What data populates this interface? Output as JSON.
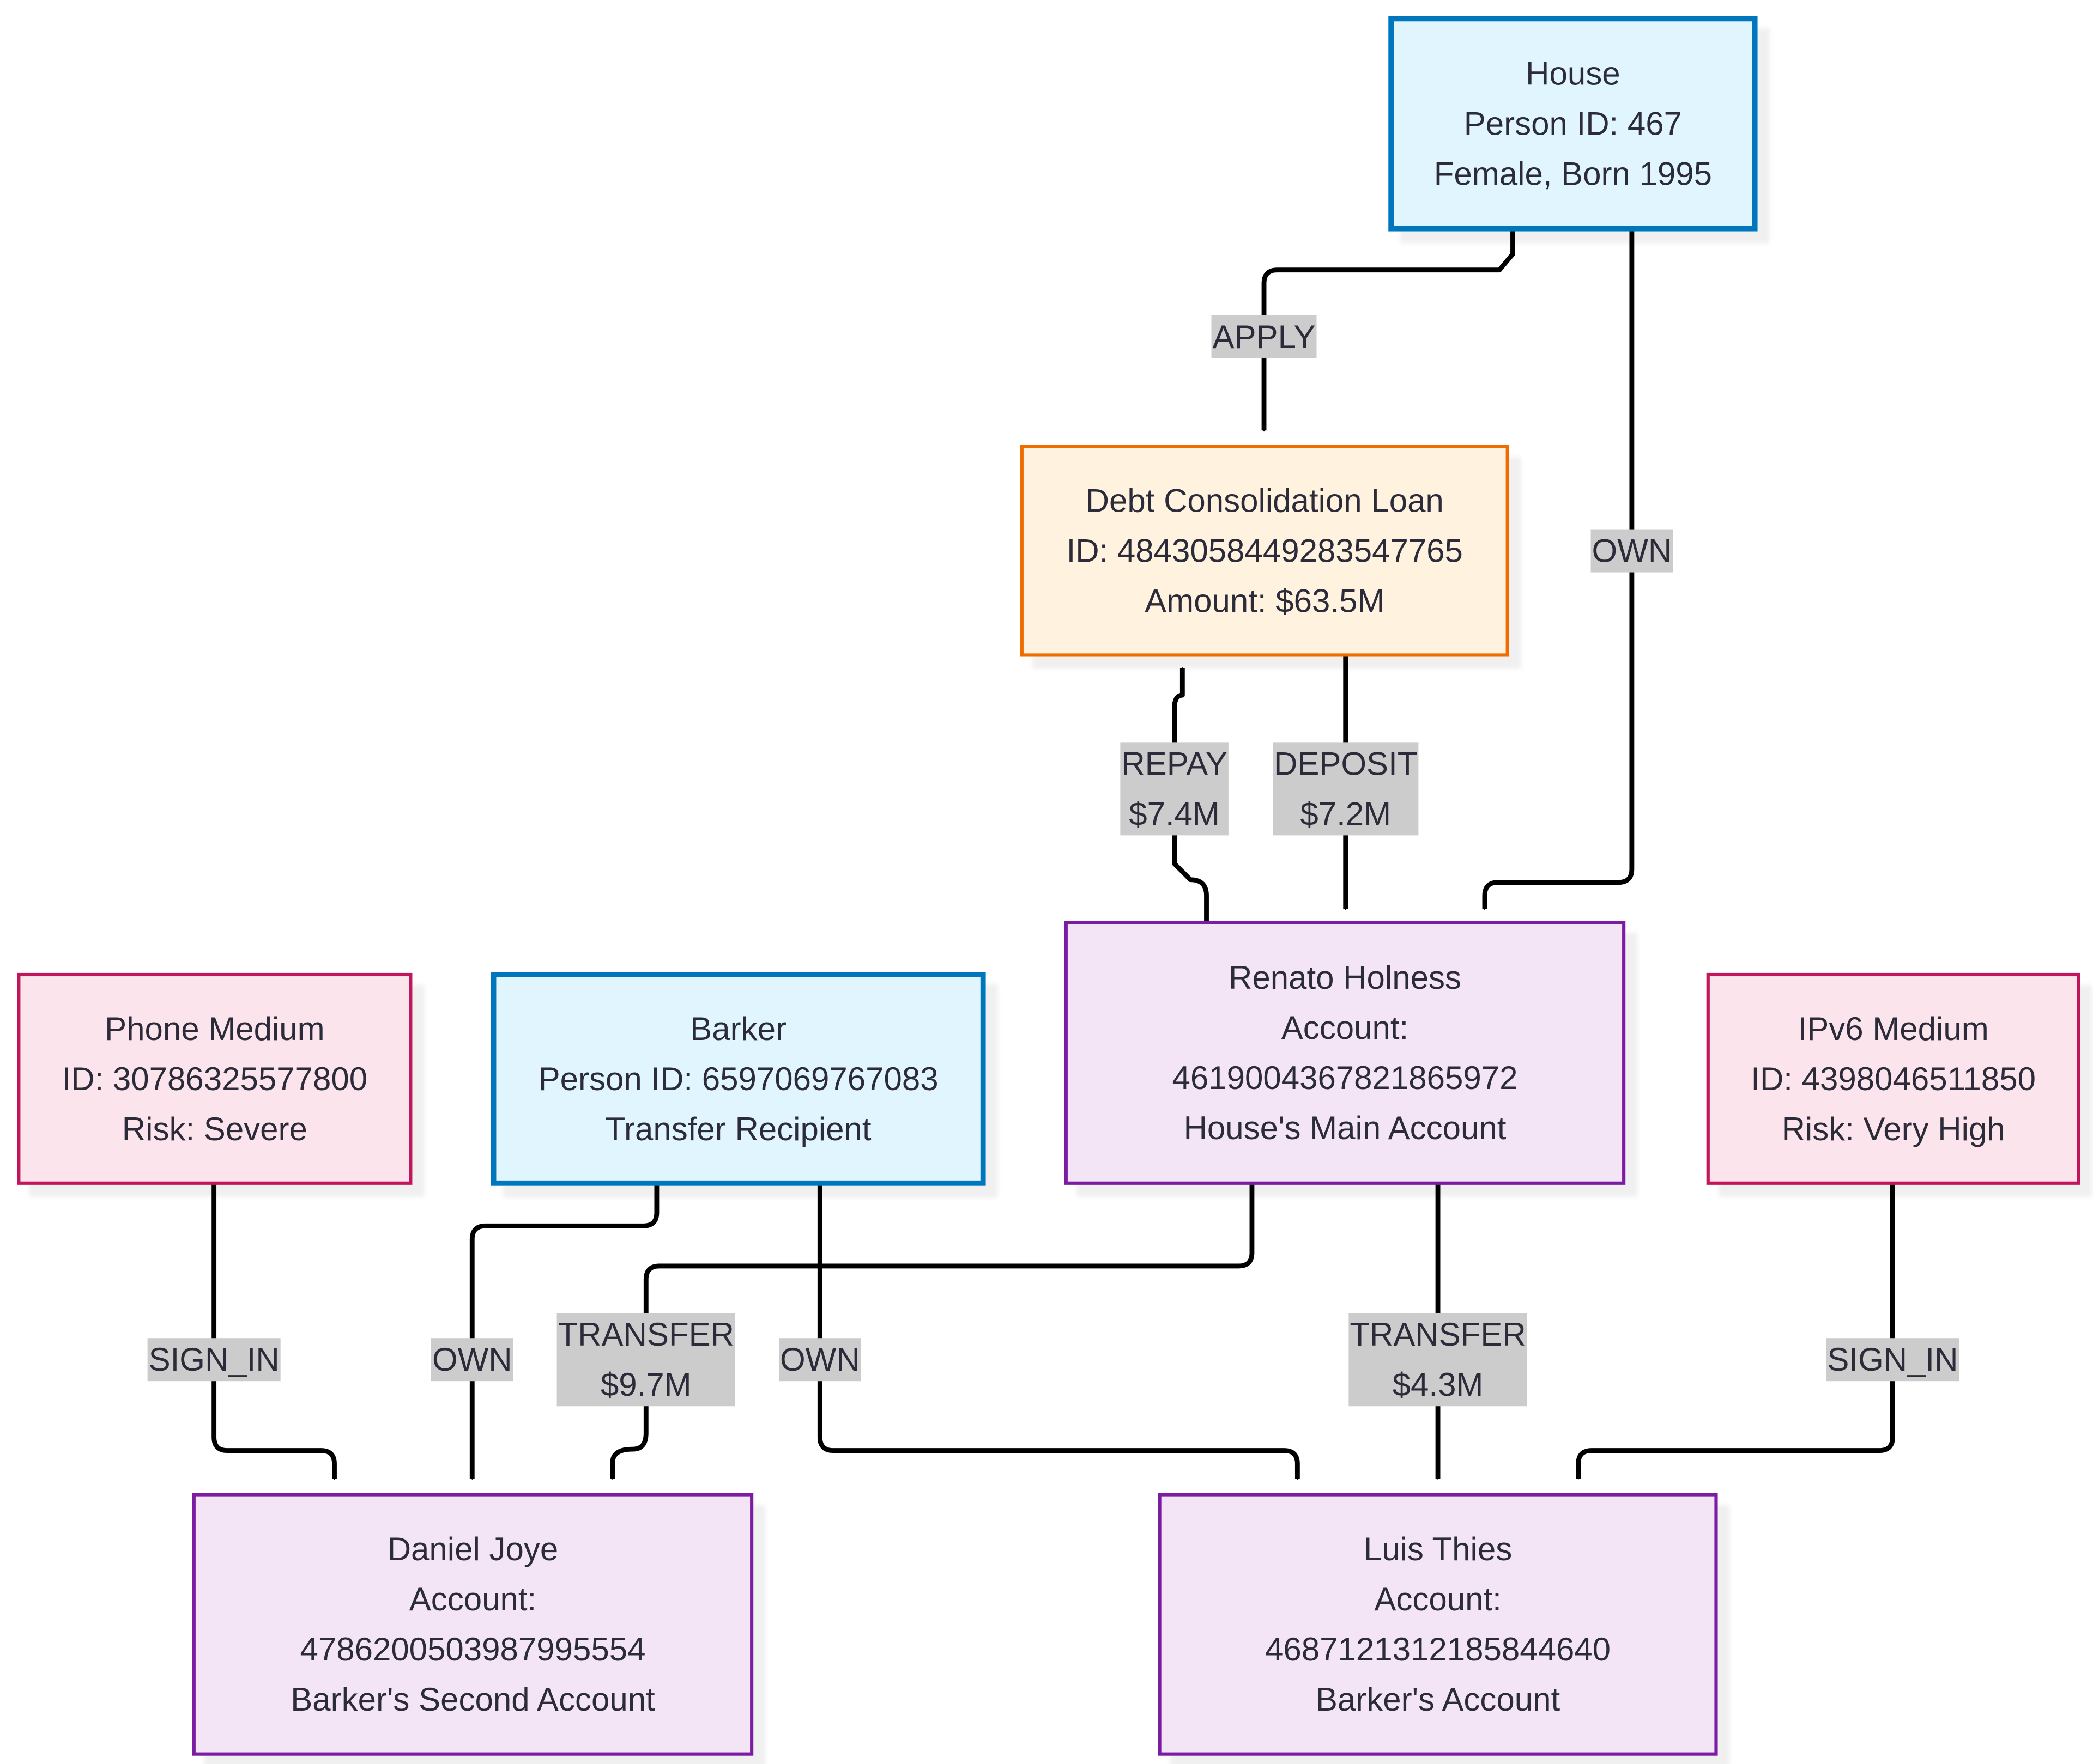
{
  "nodes": {
    "house": {
      "type": "person",
      "lines": [
        "House",
        "Person ID: 467",
        "Female, Born 1995"
      ]
    },
    "loan": {
      "type": "loan",
      "lines": [
        "Debt Consolidation Loan",
        "ID: 4843058449283547765",
        "Amount: $63.5M"
      ]
    },
    "renato": {
      "type": "account",
      "lines": [
        "Renato Holness",
        "Account:",
        "4619004367821865972",
        "House's Main Account"
      ]
    },
    "phone": {
      "type": "medium",
      "lines": [
        "Phone Medium",
        "ID: 30786325577800",
        "Risk: Severe"
      ]
    },
    "barker": {
      "type": "person",
      "lines": [
        "Barker",
        "Person ID: 6597069767083",
        "Transfer Recipient"
      ]
    },
    "ipv6": {
      "type": "medium",
      "lines": [
        "IPv6 Medium",
        "ID: 4398046511850",
        "Risk: Very High"
      ]
    },
    "daniel": {
      "type": "account",
      "lines": [
        "Daniel Joye",
        "Account:",
        "4786200503987995554",
        "Barker's Second Account"
      ]
    },
    "luis": {
      "type": "account",
      "lines": [
        "Luis Thies",
        "Account:",
        "4687121312185844640",
        "Barker's Account"
      ]
    }
  },
  "edges": {
    "house_apply_loan": {
      "from": "house",
      "to": "loan",
      "lines": [
        "APPLY"
      ]
    },
    "house_own_renato": {
      "from": "house",
      "to": "renato",
      "lines": [
        "OWN"
      ]
    },
    "renato_repay_loan": {
      "from": "renato",
      "to": "loan",
      "lines": [
        "REPAY",
        "$7.4M"
      ]
    },
    "loan_deposit_renato": {
      "from": "loan",
      "to": "renato",
      "lines": [
        "DEPOSIT",
        "$7.2M"
      ]
    },
    "phone_signin_daniel": {
      "from": "phone",
      "to": "daniel",
      "lines": [
        "SIGN_IN"
      ]
    },
    "barker_own_daniel": {
      "from": "barker",
      "to": "daniel",
      "lines": [
        "OWN"
      ]
    },
    "renato_transfer_daniel": {
      "from": "renato",
      "to": "daniel",
      "lines": [
        "TRANSFER",
        "$9.7M"
      ]
    },
    "barker_own_luis": {
      "from": "barker",
      "to": "luis",
      "lines": [
        "OWN"
      ]
    },
    "renato_transfer_luis": {
      "from": "renato",
      "to": "luis",
      "lines": [
        "TRANSFER",
        "$4.3M"
      ]
    },
    "ipv6_signin_luis": {
      "from": "ipv6",
      "to": "luis",
      "lines": [
        "SIGN_IN"
      ]
    }
  },
  "styles": {
    "person": {
      "fill": "#e1f5fe",
      "stroke": "#0277bd"
    },
    "loan": {
      "fill": "#fff3e0",
      "stroke": "#ef6c00"
    },
    "account": {
      "fill": "#f3e5f5",
      "stroke": "#7b1fa2"
    },
    "medium": {
      "fill": "#fce4ec",
      "stroke": "#c2185b"
    },
    "edge_stroke": "#000000",
    "label_background": "#cccccc"
  }
}
